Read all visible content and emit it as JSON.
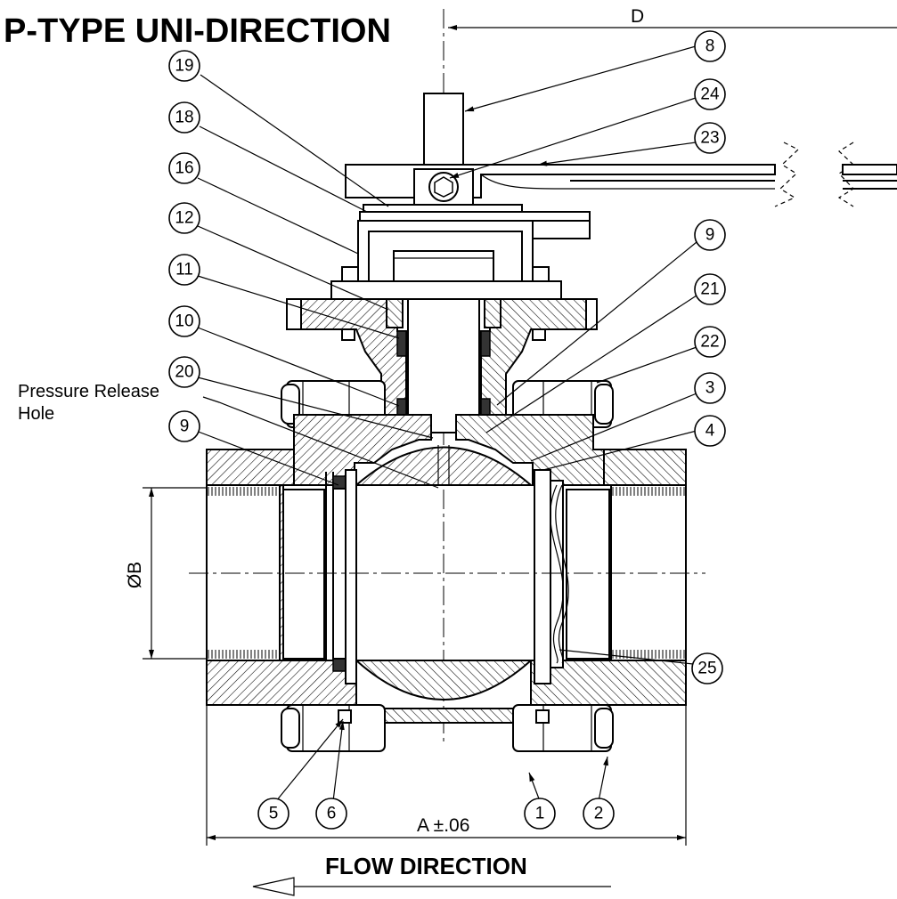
{
  "title": "P-TYPE UNI-DIRECTION",
  "pressure_release_label": [
    "Pressure Release",
    "Hole"
  ],
  "dimensions": {
    "d": "D",
    "b": "ØB",
    "a": "A ±.06"
  },
  "flow_direction": "FLOW DIRECTION",
  "balloons": {
    "b19": "19",
    "b18": "18",
    "b16": "16",
    "b12": "12",
    "b11": "11",
    "b10": "10",
    "b20": "20",
    "b9l": "9",
    "b8": "8",
    "b24": "24",
    "b23": "23",
    "b9r": "9",
    "b21": "21",
    "b22": "22",
    "b3": "3",
    "b4": "4",
    "b25": "25",
    "b5": "5",
    "b6": "6",
    "b1": "1",
    "b2": "2"
  }
}
